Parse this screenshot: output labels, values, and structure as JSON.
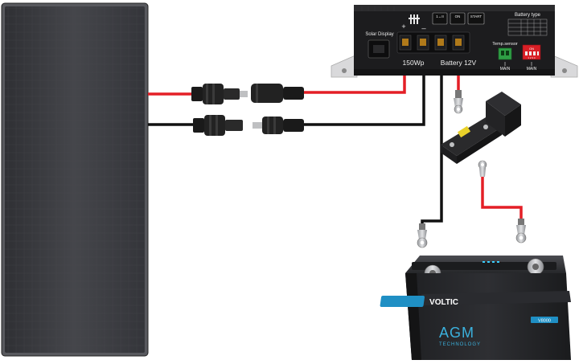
{
  "controller": {
    "solar_display": "Solar Display",
    "pv_terminal_label": "150Wp",
    "battery_terminal_label": "Battery 12V",
    "plus_sign": "+",
    "minus_sign": "_",
    "battery_type_title": "Battery type",
    "temp_sensor_label": "Temp.sensor",
    "main_label_left": "MAIN",
    "main_label_right": "MAIN",
    "dip_on_label": "ON",
    "dip_numbers": "1 2 3 4",
    "mode_btn_1": "1↔II",
    "mode_btn_2": "ON",
    "mode_btn_3": "START"
  },
  "battery": {
    "brand": "VOLTIC",
    "technology": "AGM",
    "technology_sub": "TECHNOLOGY",
    "model": "V8000"
  },
  "colors": {
    "positive_wire": "#e41f26",
    "negative_wire": "#111111",
    "panel": "#3a3b3f",
    "controller_body": "#1c1c1e"
  }
}
